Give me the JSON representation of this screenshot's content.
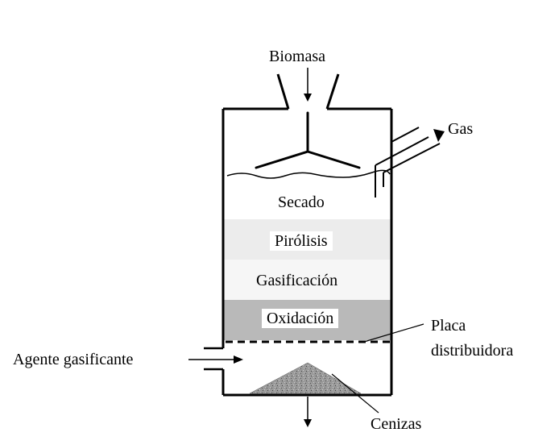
{
  "labels": {
    "feed": "Biomasa",
    "gas_out": "Gas",
    "zone_drying": "Secado",
    "zone_pyrolysis": "Pirólisis",
    "zone_gasification": "Gasificación",
    "zone_oxidation": "Oxidación",
    "plate_line1": "Placa",
    "plate_line2": "distribuidora",
    "agent_in": "Agente gasificante",
    "ash": "Cenizas"
  },
  "colors": {
    "line": "#000000",
    "zone_pyrolysis": "#ececec",
    "zone_gasification": "#f6f6f6",
    "zone_oxidation": "#b9b9b9",
    "ash_pile": "#8a8a8a"
  }
}
